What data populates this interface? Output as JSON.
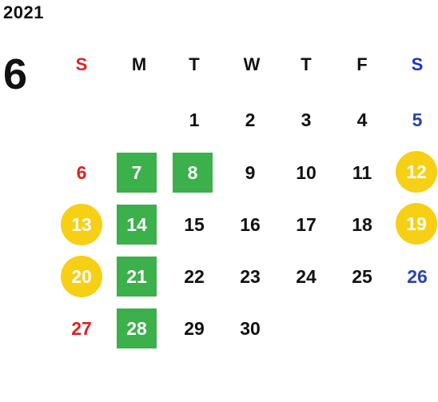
{
  "calendar": {
    "year": "2021",
    "month": "6",
    "weekdays": [
      "S",
      "M",
      "T",
      "W",
      "T",
      "F",
      "S"
    ],
    "weeks": [
      [
        "",
        "",
        "1",
        "2",
        "3",
        "4",
        "5"
      ],
      [
        "6",
        "7",
        "8",
        "9",
        "10",
        "11",
        "12"
      ],
      [
        "13",
        "14",
        "15",
        "16",
        "17",
        "18",
        "19"
      ],
      [
        "20",
        "21",
        "22",
        "23",
        "24",
        "25",
        "26"
      ],
      [
        "27",
        "28",
        "29",
        "30",
        "",
        "",
        ""
      ]
    ]
  },
  "highlights": {
    "green_dates": [
      "7",
      "8",
      "14",
      "21",
      "28"
    ],
    "yellow_dates": [
      "12",
      "13",
      "19",
      "20"
    ]
  },
  "colors": {
    "sunday": "#e02020",
    "saturday": "#2a44a8",
    "green_highlight": "#3cb04a",
    "yellow_highlight": "#f7cf14"
  }
}
